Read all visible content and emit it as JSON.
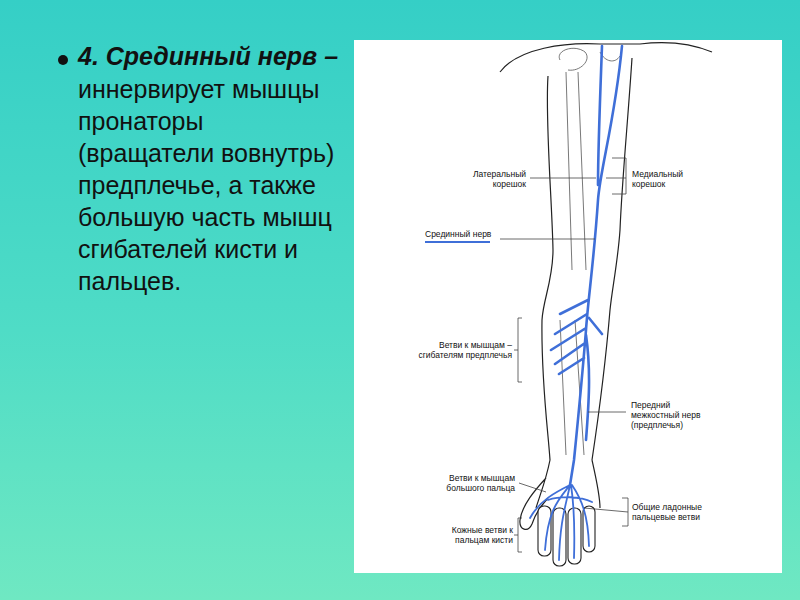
{
  "diagram": {
    "labels": [
      "4. Срединный нерв –",
      "иннервирует мышцы пронаторы (вращатели вовнутрь) предплечье, а также большую часть мышц сгибателей кисти и пальцев.",
      "Латеральный корешок",
      "Медиальный корешок",
      "Срединный нерв",
      "Ветви к мышцам – сгибателям предплечья",
      "Передний межкостный нерв (предплечья)",
      "Ветви к мышцам большого пальца",
      "Общие ладонные пальцевые ветви",
      "Кожные ветви к пальцам кисти"
    ]
  }
}
